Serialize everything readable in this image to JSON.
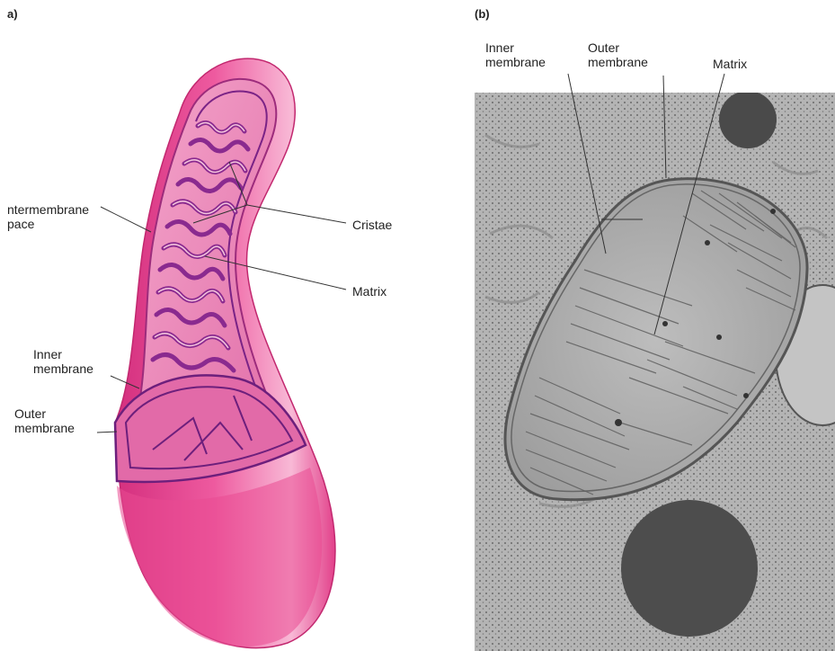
{
  "panel_a": {
    "label": "a)",
    "labels": {
      "intermembrane_line1": "ntermembrane",
      "intermembrane_line2": "pace",
      "cristae": "Cristae",
      "matrix": "Matrix",
      "inner_line1": "Inner",
      "inner_line2": "membrane",
      "outer_line1": "Outer",
      "outer_line2": "membrane"
    }
  },
  "panel_b": {
    "label": "(b)",
    "labels": {
      "inner_line1": "Inner",
      "inner_line2": "membrane",
      "outer_line1": "Outer",
      "outer_line2": "membrane",
      "matrix": "Matrix"
    }
  },
  "colors": {
    "outer_pink": "#e8468f",
    "light_pink": "#f7b3d2",
    "crista_purple": "#8a2a8f",
    "micrograph_gray": "#b9b9b9"
  }
}
